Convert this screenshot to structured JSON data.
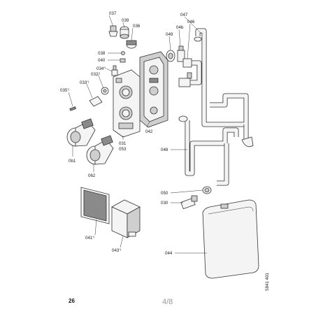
{
  "diagram": {
    "labels": [
      {
        "id": "037",
        "text": "037",
        "sup": ""
      },
      {
        "id": "039",
        "text": "039",
        "sup": ""
      },
      {
        "id": "036",
        "text": "036",
        "sup": ""
      },
      {
        "id": "047",
        "text": "047",
        "sup": ""
      },
      {
        "id": "049",
        "text": "049",
        "sup": ""
      },
      {
        "id": "04b",
        "text": "04b",
        "sup": ""
      },
      {
        "id": "046",
        "text": "046",
        "sup": ""
      },
      {
        "id": "038",
        "text": "038",
        "sup": ""
      },
      {
        "id": "040",
        "text": "040",
        "sup": ""
      },
      {
        "id": "034",
        "text": "034",
        "sup": "*)"
      },
      {
        "id": "032",
        "text": "032",
        "sup": "*)"
      },
      {
        "id": "033",
        "text": "033",
        "sup": "*)"
      },
      {
        "id": "035",
        "text": "035",
        "sup": "*)"
      },
      {
        "id": "042",
        "text": "042",
        "sup": ""
      },
      {
        "id": "031",
        "text": "031",
        "sup": ""
      },
      {
        "id": "053",
        "text": "053",
        "sup": ""
      },
      {
        "id": "048",
        "text": "048",
        "sup": ""
      },
      {
        "id": "0b1",
        "text": "0b1",
        "sup": ""
      },
      {
        "id": "062",
        "text": "062",
        "sup": ""
      },
      {
        "id": "050",
        "text": "050",
        "sup": ""
      },
      {
        "id": "030",
        "text": "030",
        "sup": ""
      },
      {
        "id": "041",
        "text": "041",
        "sup": "*)"
      },
      {
        "id": "043",
        "text": "043",
        "sup": "*)"
      },
      {
        "id": "044",
        "text": "044",
        "sup": ""
      }
    ],
    "code": "5841 401"
  },
  "footer": {
    "page_number": "26",
    "sheet": "4/8"
  }
}
